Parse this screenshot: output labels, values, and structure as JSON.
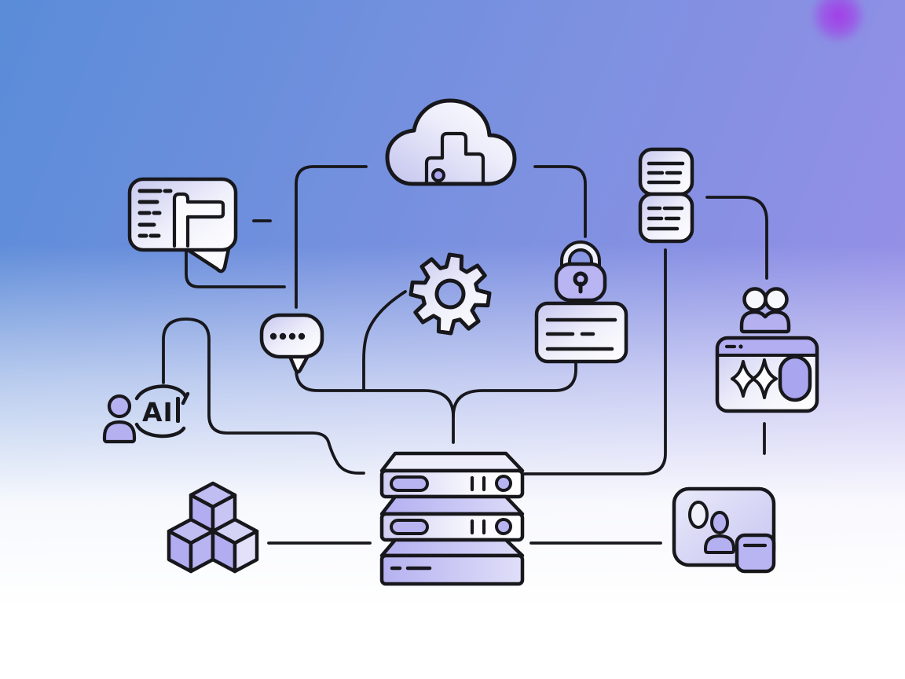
{
  "illustration": {
    "title": "AI cloud infrastructure illustration",
    "ai_label": "AI",
    "colors": {
      "background_top_left": "#5a8cd8",
      "background_top_right": "#9d8fe9",
      "background_bottom": "#ffffff",
      "outline": "#17171c",
      "accent_purple": "#b2aef1",
      "accent_purple_light": "#d7d6f7",
      "card_fill_start": "#c6c7ef",
      "card_fill_end": "#ffffff",
      "glow_dot": "#a438e8"
    },
    "icons": [
      {
        "name": "chat-window-icon",
        "label": "message window with flag and text lines"
      },
      {
        "name": "cloud-icon",
        "label": "cloud with stacked blocks"
      },
      {
        "name": "document-cards-icon",
        "label": "two stacked text cards"
      },
      {
        "name": "gear-icon",
        "label": "settings gear"
      },
      {
        "name": "lock-icon",
        "label": "security padlock"
      },
      {
        "name": "credential-card-icon",
        "label": "card with text lines"
      },
      {
        "name": "chat-bubble-icon",
        "label": "speech bubble with four dots"
      },
      {
        "name": "ai-user-icon",
        "label": "person with AI badge in broken circle"
      },
      {
        "name": "server-stack-icon",
        "label": "three tier server stack"
      },
      {
        "name": "cubes-icon",
        "label": "three stacked isometric cubes"
      },
      {
        "name": "user-group-icon",
        "label": "two people"
      },
      {
        "name": "voice-browser-icon",
        "label": "browser window with waveform shapes and pill"
      },
      {
        "name": "media-card-icon",
        "label": "media card with person and overlay tile"
      },
      {
        "name": "glow-dot",
        "label": "purple glow in top right corner"
      },
      {
        "name": "connector-lines",
        "label": "black connector wires between nodes"
      }
    ]
  }
}
